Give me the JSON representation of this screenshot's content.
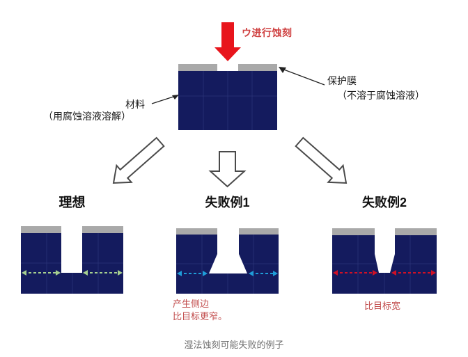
{
  "colors": {
    "navy": "#141b5e",
    "grid": "#2b3578",
    "strip_gray": "#a9a9a9",
    "etch_arrow_red": "#e8151c",
    "etch_label_red": "#cf4040",
    "outline_arrow_stroke": "#4a4a4a",
    "ideal_dash_green": "#a6cf8f",
    "fail1_dash_blue": "#1f9cd8",
    "fail2_dash_red": "#d01025",
    "fail_text_red": "#c14b4b",
    "caption_gray": "#6e6e6e",
    "pointer_black": "#222222"
  },
  "top": {
    "etch_label": "ウ进行蚀刻",
    "material_label": "材料",
    "material_sub": "（用腐蚀溶液溶解）",
    "film_label": "保护膜",
    "film_sub": "（不溶于腐蚀溶液）"
  },
  "results": {
    "ideal": {
      "title": "理想"
    },
    "fail1": {
      "title": "失败例1",
      "note_line1": "产生侧边",
      "note_line2": "比目标更窄。"
    },
    "fail2": {
      "title": "失败例2",
      "note": "比目标宽"
    }
  },
  "caption": "湿法蚀刻可能失败的例子"
}
